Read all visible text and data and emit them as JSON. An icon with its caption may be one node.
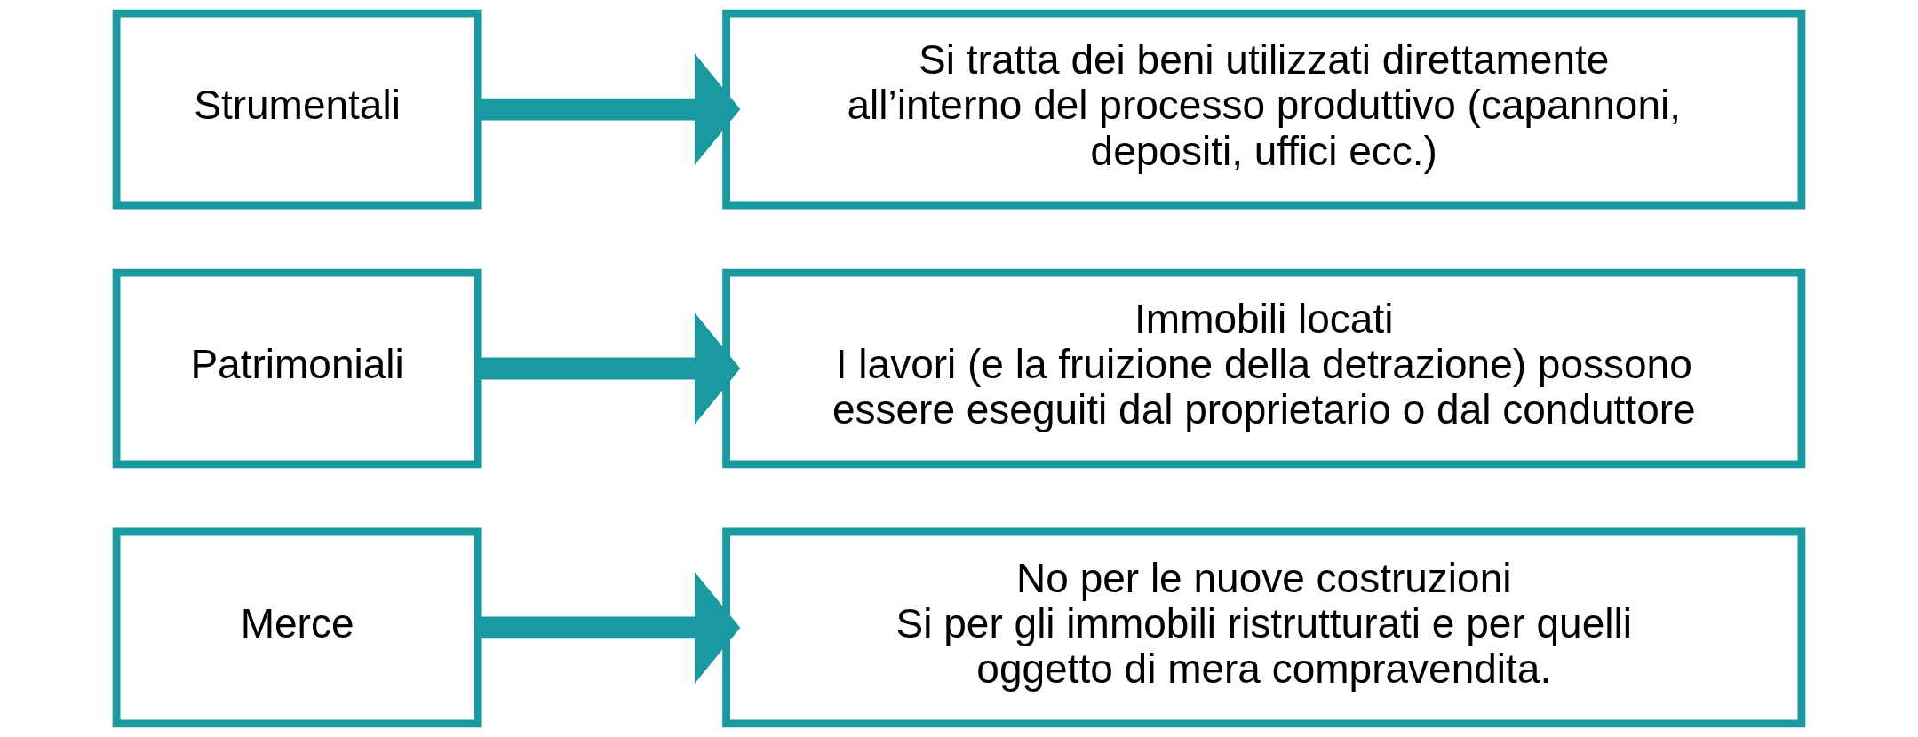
{
  "diagram": {
    "nodes": [
      {
        "text": [
          "Strumentali"
        ]
      },
      {
        "text": [
          "Si tratta dei beni utilizzati direttamente all’interno del processo produttivo (capannoni, depositi, uffici ecc.)"
        ]
      },
      {
        "text": [
          "Patrimoniali"
        ]
      },
      {
        "text": [
          "Immobili locati",
          "I lavori (e la fruizione della detrazione) possono essere eseguiti dal proprietario o dal conduttore"
        ]
      },
      {
        "text": [
          "Merce"
        ]
      },
      {
        "text": [
          "No per le nuove costruzioni",
          "Si per gli immobili ristrutturati e per quelli oggetto di mera compravendita."
        ]
      }
    ],
    "edges": [
      {
        "from": 0,
        "to": 1,
        "arrow": "to"
      },
      {
        "from": 2,
        "to": 3,
        "arrow": "to"
      },
      {
        "from": 4,
        "to": 5,
        "arrow": "to"
      }
    ]
  }
}
